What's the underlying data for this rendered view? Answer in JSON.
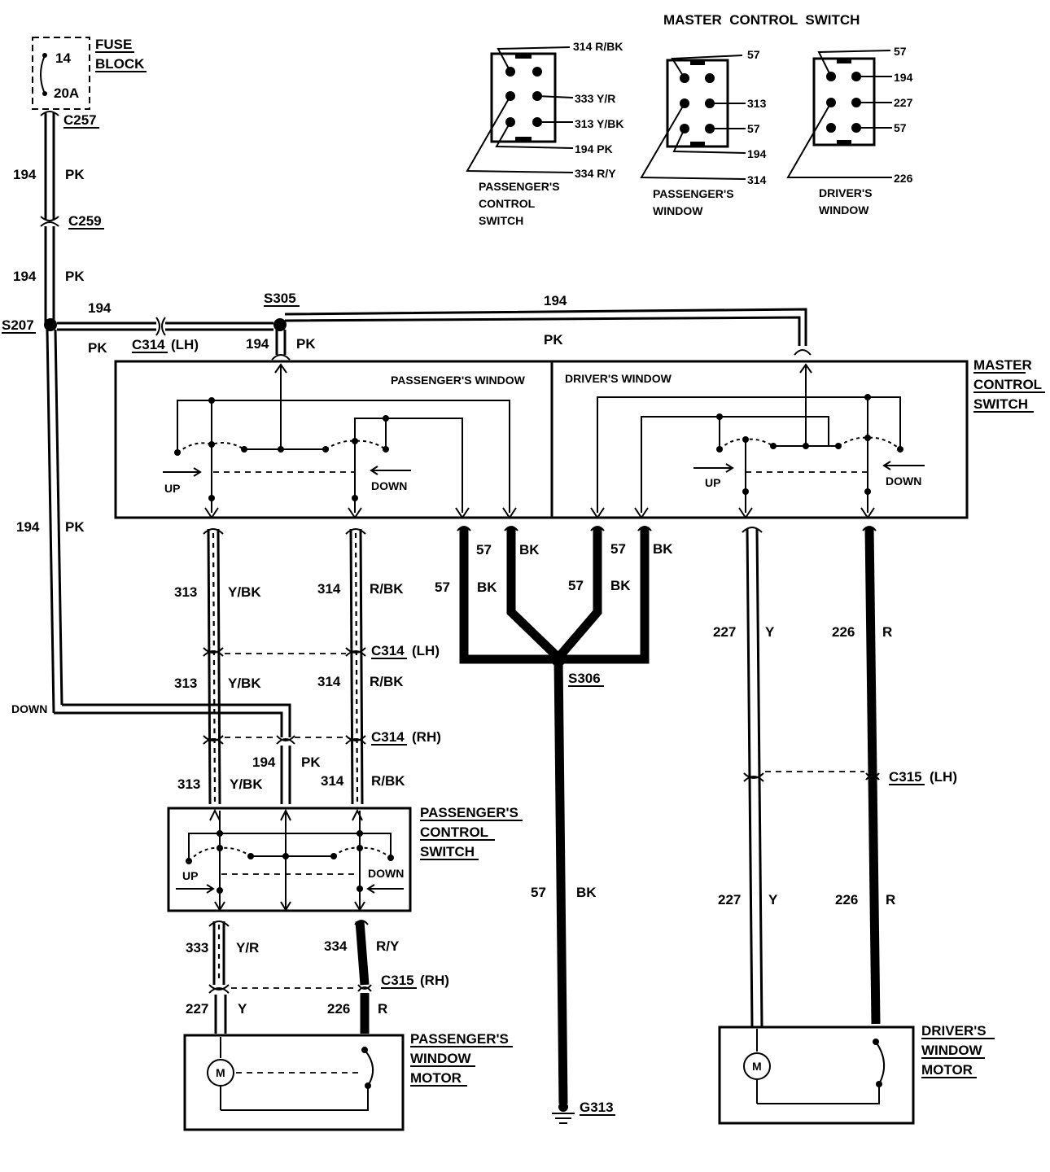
{
  "fuse": {
    "title_line1": "FUSE",
    "title_line2": "BLOCK",
    "fuse_number": "14",
    "rating": "20A"
  },
  "connectors": {
    "c257": "C257",
    "c259": "C259",
    "c314_lh_top": "C314",
    "c314_lh_top_suffix": "(LH)",
    "c314_lh": "C314",
    "c314_lh_suffix": "(LH)",
    "c314_rh": "C314",
    "c314_rh_suffix": "(RH)",
    "c315_rh": "C315",
    "c315_rh_suffix": "(RH)",
    "c315_lh": "C315",
    "c315_lh_suffix": "(LH)"
  },
  "splices": {
    "s207": "S207",
    "s305": "S305",
    "s306": "S306"
  },
  "ground": "G313",
  "wire_labels": {
    "w194": "194",
    "pk": "PK",
    "w313": "313",
    "ybk": "Y/BK",
    "w314": "314",
    "rbk": "R/BK",
    "w57": "57",
    "bk": "BK",
    "w227": "227",
    "y": "Y",
    "w226": "226",
    "r": "R",
    "w333": "333",
    "yr": "Y/R",
    "w334": "334",
    "ry": "R/Y"
  },
  "labels": {
    "down_left": "DOWN",
    "master_switch_line1": "MASTER",
    "master_switch_line2": "CONTROL",
    "master_switch_line3": "SWITCH",
    "passengers_window_section": "PASSENGER'S WINDOW",
    "drivers_window_section": "DRIVER'S WINDOW",
    "up": "UP",
    "down": "DOWN",
    "pcs_line1": "PASSENGER'S",
    "pcs_line2": "CONTROL",
    "pcs_line3": "SWITCH",
    "pwm_line1": "PASSENGER'S",
    "pwm_line2": "WINDOW",
    "pwm_line3": "MOTOR",
    "dwm_line1": "DRIVER'S",
    "dwm_line2": "WINDOW",
    "dwm_line3": "MOTOR",
    "motor": "M"
  },
  "connector_views": {
    "header": "MASTER  CONTROL  SWITCH",
    "passenger_control": {
      "title_line1": "PASSENGER'S",
      "title_line2": "CONTROL",
      "title_line3": "SWITCH",
      "pins": [
        "314 R/BK",
        "333 Y/R",
        "313 Y/BK",
        "194 PK",
        "334 R/Y"
      ]
    },
    "passenger_window": {
      "title_line1": "PASSENGER'S",
      "title_line2": "WINDOW",
      "pins": [
        "57",
        "313",
        "57",
        "194",
        "314"
      ]
    },
    "driver_window": {
      "title_line1": "DRIVER'S",
      "title_line2": "WINDOW",
      "pins": [
        "57",
        "194",
        "227",
        "57",
        "226"
      ]
    }
  }
}
